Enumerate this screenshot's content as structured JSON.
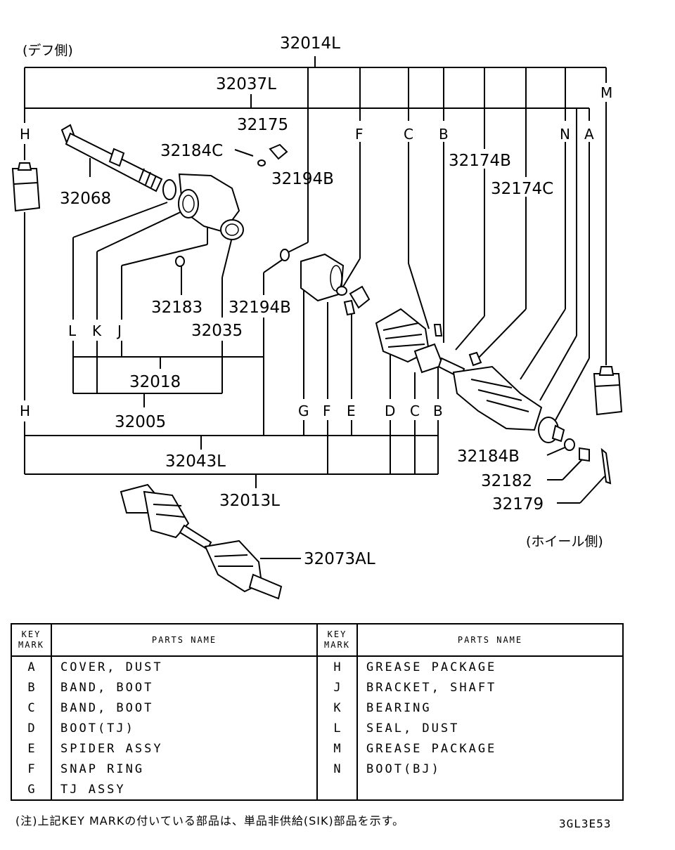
{
  "side_labels": {
    "diff_side": "(デフ側)",
    "wheel_side": "(ホイール側)"
  },
  "part_numbers": {
    "p32014L": "32014L",
    "p32037L": "32037L",
    "p32175": "32175",
    "p32184C": "32184C",
    "p32194B_a": "32194B",
    "p32068": "32068",
    "p32183": "32183",
    "p32194B_b": "32194B",
    "p32035": "32035",
    "p32018": "32018",
    "p32005": "32005",
    "p32043L": "32043L",
    "p32013L": "32013L",
    "p32073AL": "32073AL",
    "p32174B": "32174B",
    "p32174C": "32174C",
    "p32184B": "32184B",
    "p32182": "32182",
    "p32179": "32179"
  },
  "key_letters": {
    "H_top": "H",
    "M": "M",
    "F_top": "F",
    "C_top": "C",
    "B_top": "B",
    "N": "N",
    "A": "A",
    "L": "L",
    "K": "K",
    "J": "J",
    "H_bot": "H",
    "G": "G",
    "F_bot": "F",
    "E": "E",
    "D": "D",
    "C_bot": "C",
    "B_bot": "B"
  },
  "table": {
    "header_mark": "KEY MARK",
    "header_mark_l1": "KEY",
    "header_mark_l2": "MARK",
    "header_name": "PARTS NAME",
    "rows": [
      {
        "lm": "A",
        "ln": "COVER, DUST",
        "rm": "H",
        "rn": "GREASE PACKAGE"
      },
      {
        "lm": "B",
        "ln": "BAND, BOOT",
        "rm": "J",
        "rn": "BRACKET, SHAFT"
      },
      {
        "lm": "C",
        "ln": "BAND, BOOT",
        "rm": "K",
        "rn": "BEARING"
      },
      {
        "lm": "D",
        "ln": "BOOT(TJ)",
        "rm": "L",
        "rn": "SEAL, DUST"
      },
      {
        "lm": "E",
        "ln": "SPIDER ASSY",
        "rm": "M",
        "rn": "GREASE PACKAGE"
      },
      {
        "lm": "F",
        "ln": "SNAP RING",
        "rm": "N",
        "rn": "BOOT(BJ)"
      },
      {
        "lm": "G",
        "ln": "TJ ASSY",
        "rm": "",
        "rn": ""
      }
    ]
  },
  "note": "(注)上記KEY MARKの付いている部品は、単品非供給(SIK)部品を示す。",
  "figure_code": "3GL3E53"
}
